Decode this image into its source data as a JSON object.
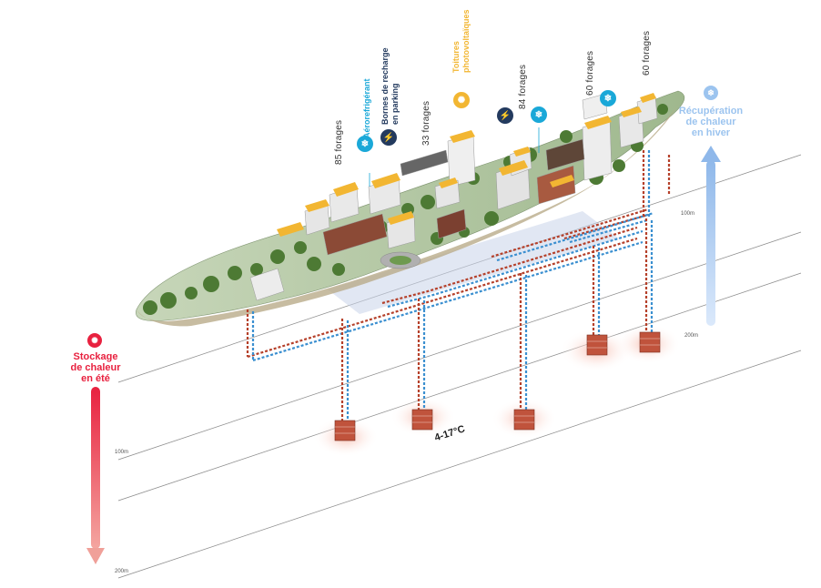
{
  "features": {
    "aerorefrigerant": "Aérorefrigérant",
    "bornes_line1": "Bornes de recharge",
    "bornes_line2": "en parking",
    "toitures_line1": "Toitures",
    "toitures_line2": "photovoltaïques"
  },
  "forages": [
    "85 forages",
    "33 forages",
    "84 forages",
    "60 forages",
    "60 forages"
  ],
  "left_label": {
    "line1": "Stockage",
    "line2": "de chaleur",
    "line3": "en été",
    "icon": "sun-icon"
  },
  "right_label": {
    "line1": "Récupération",
    "line2": "de chaleur",
    "line3": "en hiver",
    "icon": "snowflake-icon"
  },
  "temperature": "4-17°C",
  "depth_ticks": [
    "100m",
    "100m",
    "200m",
    "200m"
  ],
  "colors": {
    "cyan": "#1aa8d8",
    "navy": "#233a5e",
    "orange": "#f2b632",
    "red": "#e8213f",
    "light_blue": "#9cc4ef",
    "pipe_red": "#b5402a",
    "pipe_blue": "#3a8fd0"
  }
}
